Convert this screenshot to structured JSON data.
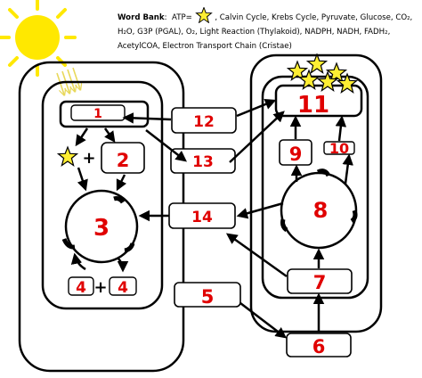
{
  "word_bank": {
    "heading": "Word Bank",
    "atp_label": "ATP=",
    "atp_icon": "star-icon",
    "line1_rest": ", Calvin Cycle, Krebs Cycle, Pyruvate, Glucose, CO₂,",
    "line2": "H₂O, G3P (PGAL), O₂, Light Reaction (Thylakoid), NADPH, NADH, FADH₂,",
    "line3": "AcetylCOA, Electron Transport Chain (Cristae)"
  },
  "boxes": {
    "b1": "1",
    "b2": "2",
    "b3": "3",
    "b4a": "4",
    "b4_plus": "+",
    "b4b": "4",
    "b5": "5",
    "b6": "6",
    "b7": "7",
    "b8": "8",
    "b9": "9",
    "b10": "10",
    "b11": "11",
    "b12": "12",
    "b13": "13",
    "b14": "14",
    "atp_plus": "+"
  },
  "icons": {
    "sun": "sun-icon",
    "star": "star-icon",
    "light_rays": "light-rays-icon"
  },
  "colors": {
    "label_red": "#e00000",
    "sun_yellow": "#ffe800",
    "star_yellow": "#ffee33",
    "outline": "#000000"
  }
}
